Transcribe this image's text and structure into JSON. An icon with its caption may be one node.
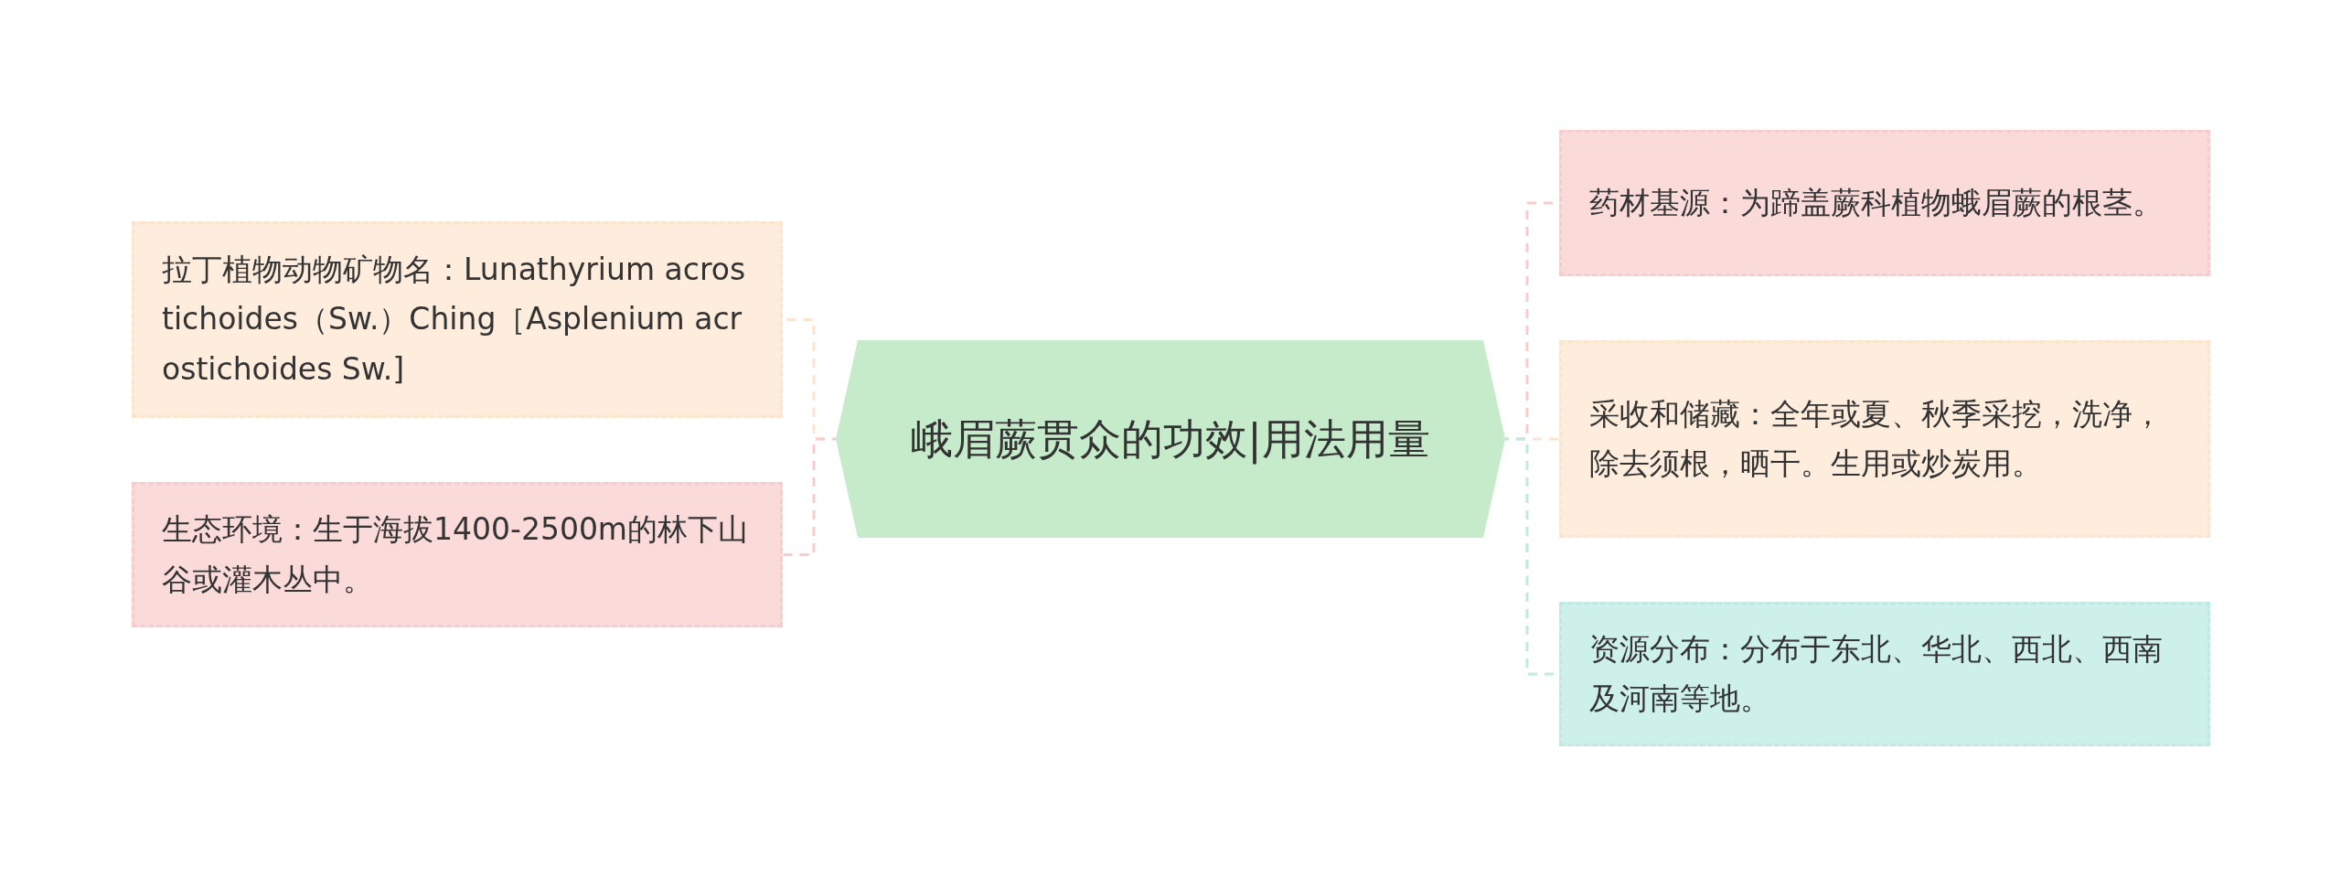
{
  "diagram": {
    "nodes": [
      {
        "text": [
          "峨眉蕨贯众的功效|用法用量"
        ]
      },
      {
        "text": [
          "拉丁植物动物矿物名：Lunathyrium acrostichoides（Sw.）Ching［Asplenium acrostichoides Sw.]"
        ]
      },
      {
        "text": [
          "生态环境：生于海拔1400-2500m的林下山谷或灌木丛中。"
        ]
      },
      {
        "text": [
          "药材基源：为蹄盖蕨科植物蛾眉蕨的根茎。"
        ]
      },
      {
        "text": [
          "采收和储藏：全年或夏、秋季采挖，洗净，除去须根，晒干。生用或炒炭用。"
        ]
      },
      {
        "text": [
          "资源分布：分布于东北、华北、西北、西南及河南等地。"
        ]
      }
    ],
    "edges": [
      {
        "from": 0,
        "to": 1,
        "arrow": "none",
        "style": "dashed",
        "color": "#fde4cc"
      },
      {
        "from": 0,
        "to": 2,
        "arrow": "none",
        "style": "dashed",
        "color": "#f8cccc"
      },
      {
        "from": 0,
        "to": 3,
        "arrow": "none",
        "style": "dashed",
        "color": "#f8cccc"
      },
      {
        "from": 0,
        "to": 4,
        "arrow": "none",
        "style": "dashed",
        "color": "#fde4cc"
      },
      {
        "from": 0,
        "to": 5,
        "arrow": "none",
        "style": "dashed",
        "color": "#bfe9e2"
      }
    ]
  }
}
